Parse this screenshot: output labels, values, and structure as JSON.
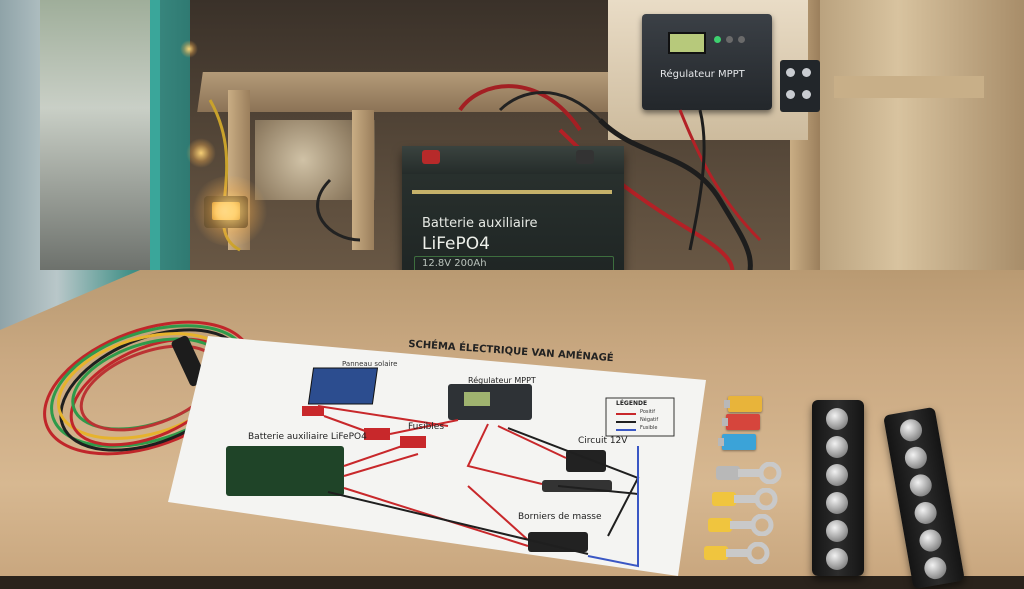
{
  "scene": {
    "description_labels": {
      "controller_label": "Régulateur MPPT",
      "battery_title": "Batterie auxiliaire",
      "battery_chem": "LiFePO4",
      "battery_spec": "12.8V 200Ah"
    },
    "schematic": {
      "title": "SCHÉMA ÉLECTRIQUE VAN AMÉNAGÉ",
      "solar_label": "Panneau solaire",
      "mppt_label": "Régulateur MPPT",
      "fuses_label": "Fusibles",
      "battery_label": "Batterie auxiliaire LiFePO4",
      "circuit_label": "Circuit 12V",
      "ground_label": "Borniers de masse",
      "legend_title": "LÉGENDE",
      "legend_items": [
        "Positif",
        "Négatif",
        "Fusible"
      ]
    },
    "colors": {
      "positive": "#c8282b",
      "negative": "#1f1f1f",
      "blue_wire": "#3a57c4",
      "fuse_yellow": "#e8b43a",
      "fuse_red": "#d6453c",
      "fuse_blue": "#3ba3d8",
      "lug_yellow": "#f0c53e"
    }
  }
}
